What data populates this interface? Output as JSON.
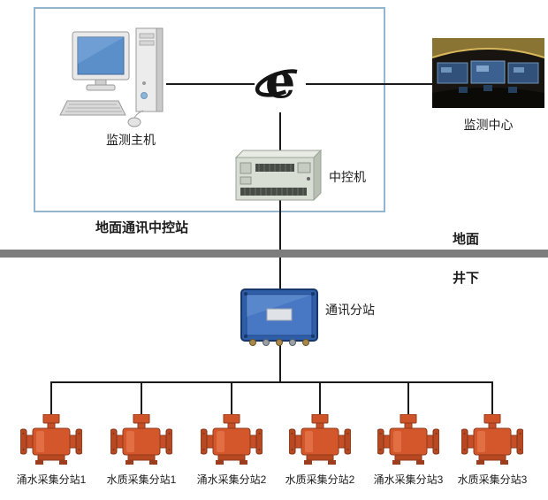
{
  "ground_station": {
    "box_label": "地面通讯中控站",
    "host_label": "监测主机",
    "controller_label": "中控机"
  },
  "remote": {
    "center_label": "监测中心"
  },
  "levels": {
    "surface_label": "地面",
    "underground_label": "井下"
  },
  "underground": {
    "substation_label": "通讯分站",
    "devices": [
      {
        "label": "涌水采集分站1"
      },
      {
        "label": "水质采集分站1"
      },
      {
        "label": "涌水采集分站2"
      },
      {
        "label": "水质采集分站2"
      },
      {
        "label": "涌水采集分站3"
      },
      {
        "label": "水质采集分站3"
      }
    ]
  },
  "icons": {
    "internet": "ie-e-logo",
    "host": "desktop-computer",
    "center": "control-room-photo",
    "controller": "rack-server",
    "substation": "mine-substation-box",
    "device": "flow-meter"
  },
  "colors": {
    "station_border": "#92b6d0",
    "ground_bar": "#7d7d7d",
    "device_orange": "#d4562b",
    "substation_blue": "#2f5ea8",
    "line": "#1a1a1a"
  }
}
